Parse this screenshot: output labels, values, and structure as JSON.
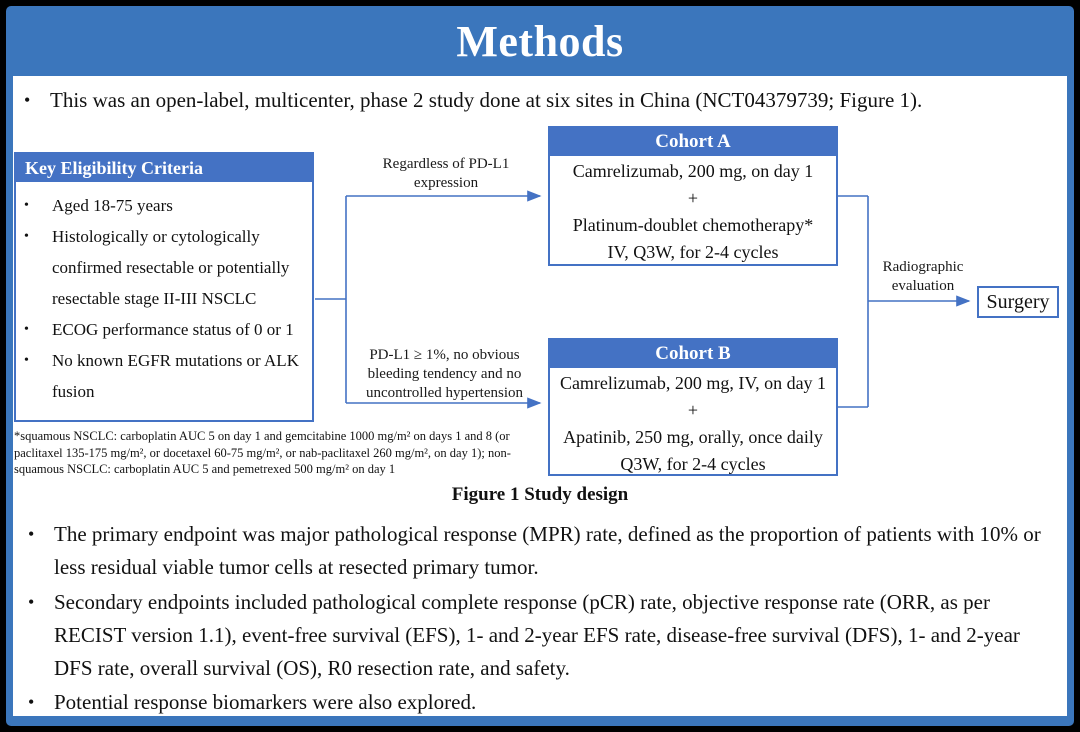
{
  "slide": {
    "title": "Methods",
    "bullet_glyph": "•",
    "colors": {
      "frame_blue": "#3b76bc",
      "header_blue": "#4472c4",
      "line_blue": "#4472c4",
      "text": "#111111"
    },
    "intro_bullet": "This was an open-label, multicenter, phase 2 study done at six sites in China (NCT04379739; Figure 1).",
    "figure": {
      "eligibility": {
        "header": "Key  Eligibility Criteria",
        "items": [
          "Aged 18-75 years",
          "Histologically or cytologically confirmed resectable or potentially resectable stage II-III  NSCLC",
          "ECOG performance status of 0 or 1",
          "No known EGFR mutations or ALK fusion"
        ]
      },
      "branch_top_label": "Regardless of PD-L1 expression",
      "branch_bottom_label": "PD-L1 ≥ 1%, no obvious bleeding tendency and no uncontrolled hypertension",
      "cohort_a": {
        "header": "Cohort A",
        "lines": [
          "Camrelizumab, 200 mg, on day 1",
          "+",
          "Platinum-doublet chemotherapy*",
          "IV, Q3W, for 2-4 cycles"
        ]
      },
      "cohort_b": {
        "header": "Cohort B",
        "lines": [
          "Camrelizumab, 200 mg, IV, on day 1",
          "+",
          "Apatinib, 250 mg, orally, once daily",
          "Q3W, for 2-4 cycles"
        ]
      },
      "evaluation_label": "Radiographic evaluation",
      "surgery_label": "Surgery",
      "footnote": "*squamous NSCLC: carboplatin AUC 5 on day 1 and gemcitabine 1000 mg/m² on days 1 and 8 (or paclitaxel 135-175 mg/m², or docetaxel 60-75 mg/m², or nab-paclitaxel 260 mg/m², on day 1); non-squamous NSCLC: carboplatin AUC 5 and pemetrexed 500 mg/m² on day 1",
      "caption": "Figure 1 Study design"
    },
    "bullets": [
      "The primary endpoint was major pathological response (MPR) rate, defined as the proportion of patients with 10% or less residual viable tumor cells at resected primary tumor.",
      "Secondary endpoints included pathological complete response (pCR) rate, objective response rate (ORR, as per RECIST version 1.1), event-free survival (EFS), 1- and 2-year EFS rate, disease-free survival (DFS), 1- and 2-year DFS rate, overall survival (OS), R0 resection rate, and safety.",
      "Potential response biomarkers were also explored."
    ]
  }
}
